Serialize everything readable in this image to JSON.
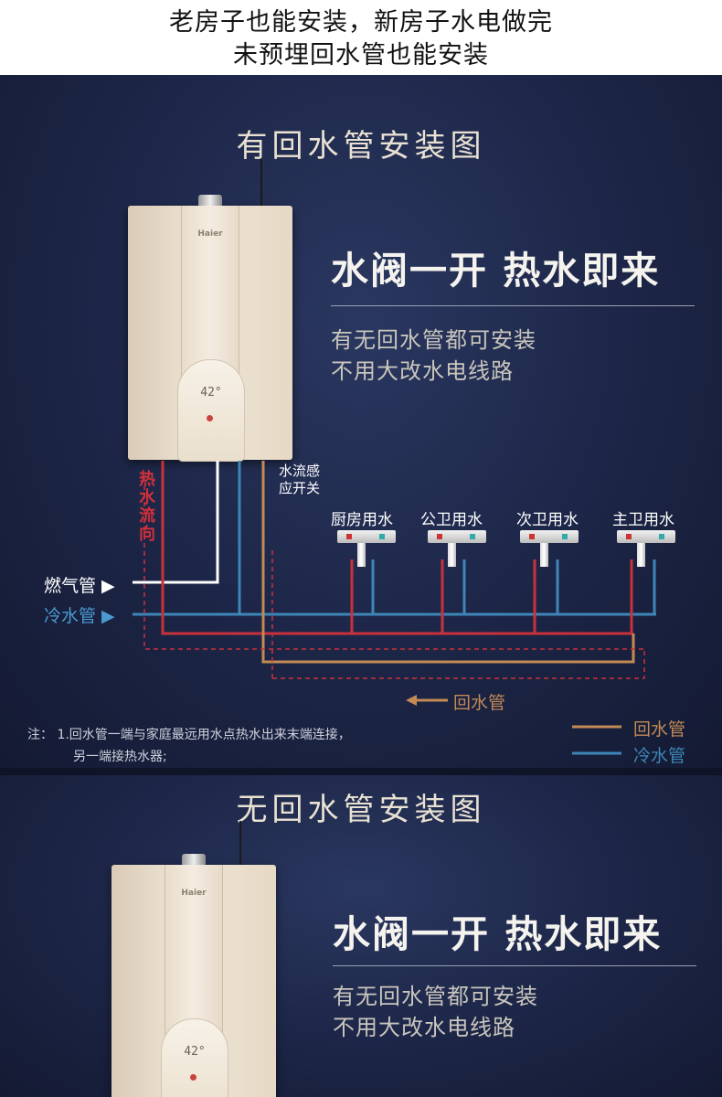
{
  "header": {
    "line1": "老房子也能安装，新房子水电做完",
    "line2": "未预埋回水管也能安装"
  },
  "section1": {
    "title": "有回水管安装图",
    "slogan": "水阀一开  热水即来",
    "sub1": "有无回水管都可安装",
    "sub2": "不用大改水电线路",
    "heater_brand": "Haier",
    "heater_display": "42°",
    "labels": {
      "hot_flow": "热水流向",
      "flow_switch_1": "水流感",
      "flow_switch_2": "应开关",
      "gas_pipe": "燃气管 ▶",
      "cold_pipe": "冷水管 ▶",
      "return_arrow": "回水管"
    },
    "fixtures": [
      "厨房用水",
      "公卫用水",
      "次卫用水",
      "主卫用水"
    ],
    "note_line1": "注：  1.回水管一端与家庭最远用水点热水出来末端连接，",
    "note_line2": "另一端接热水器;",
    "legend": [
      {
        "label": "回水管",
        "color": "#c38a55"
      },
      {
        "label": "冷水管",
        "color": "#3d86b7"
      }
    ]
  },
  "section2": {
    "title": "无回水管安装图",
    "slogan": "水阀一开  热水即来",
    "sub1": "有无回水管都可安装",
    "sub2": "不用大改水电线路",
    "heater_brand": "Haier",
    "heater_display": "42°"
  },
  "colors": {
    "hot": "#c9313c",
    "cold": "#3d86b7",
    "return": "#c38a55",
    "gas": "#ffffff"
  }
}
